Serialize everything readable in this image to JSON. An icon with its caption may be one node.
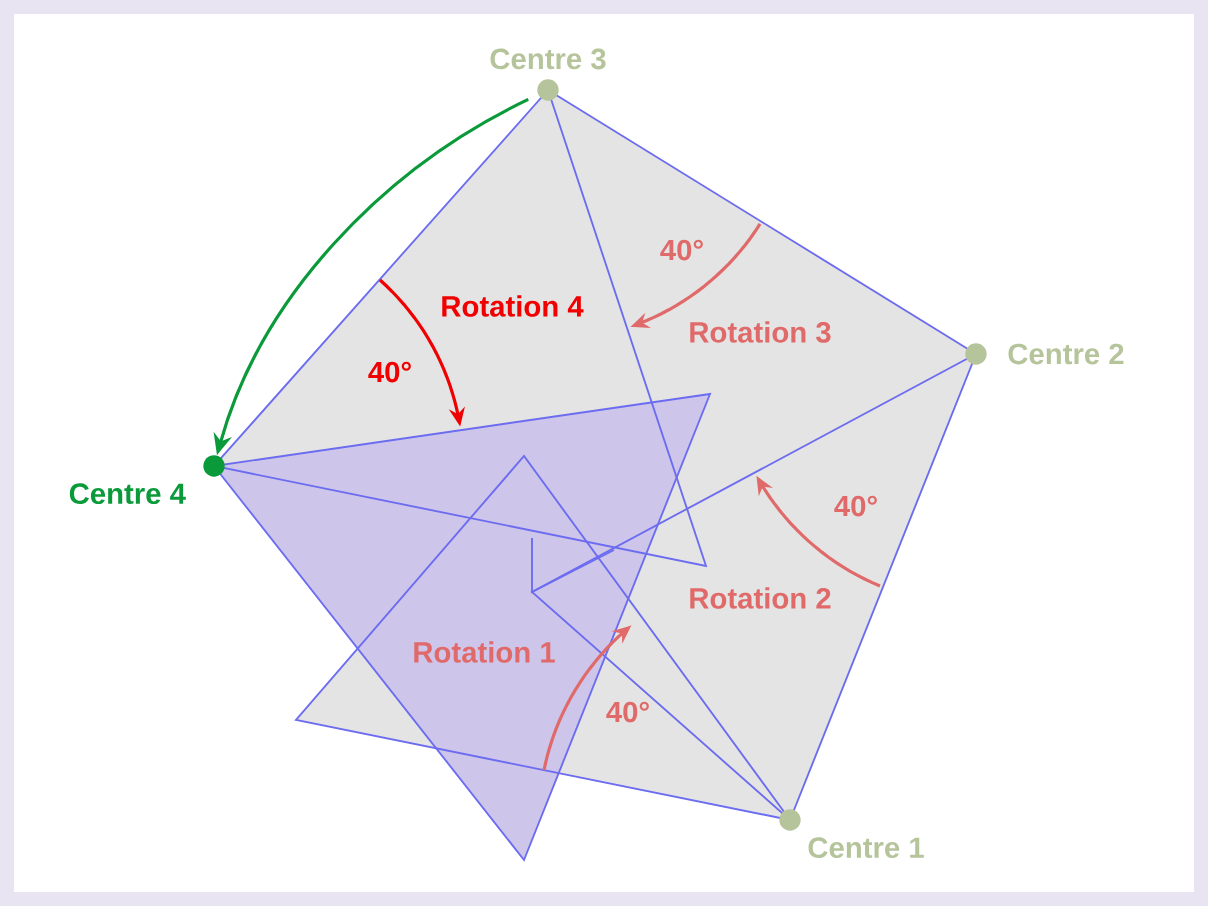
{
  "diagram": {
    "nodes": [
      {
        "text": [
          "Centre 1"
        ]
      },
      {
        "text": [
          "Centre 2"
        ]
      },
      {
        "text": [
          "Centre 3"
        ]
      },
      {
        "text": [
          "Centre 4"
        ]
      }
    ],
    "edges": [
      {
        "from": 2,
        "to": 3,
        "arrow": "to",
        "color": "#0a9a3a"
      }
    ],
    "labels": [
      "40°",
      "Rotation 3",
      "Rotation 4",
      "40°",
      "40°",
      "Rotation 2",
      "Rotation 1",
      "40°"
    ]
  }
}
